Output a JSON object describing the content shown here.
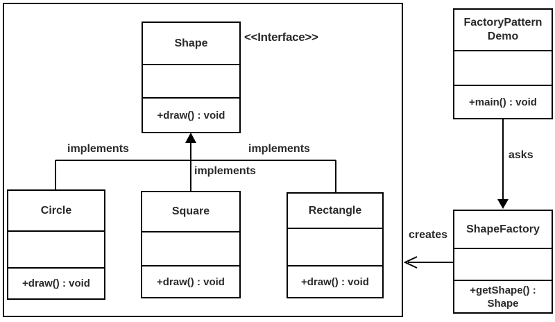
{
  "diagram": {
    "title_hint": "Factory Pattern UML class diagram",
    "stereotype_label": "<<Interface>>",
    "classes": {
      "shape": {
        "name": "Shape",
        "attributes": "",
        "method": "+draw() : void"
      },
      "circle": {
        "name": "Circle",
        "attributes": "",
        "method": "+draw() : void"
      },
      "square": {
        "name": "Square",
        "attributes": "",
        "method": "+draw() : void"
      },
      "rectangle": {
        "name": "Rectangle",
        "attributes": "",
        "method": "+draw() : void"
      },
      "factoryPatternDemo": {
        "name": "FactoryPattern Demo",
        "attributes": "",
        "method": "+main() : void"
      },
      "shapeFactory": {
        "name": "ShapeFactory",
        "attributes": "",
        "method": "+getShape() : Shape"
      }
    },
    "labels": {
      "implements_left": "implements",
      "implements_center": "implements",
      "implements_right": "implements",
      "asks": "asks",
      "creates": "creates"
    },
    "colors": {
      "line": "#000000",
      "text": "#2a2a2a",
      "background": "#ffffff"
    }
  }
}
